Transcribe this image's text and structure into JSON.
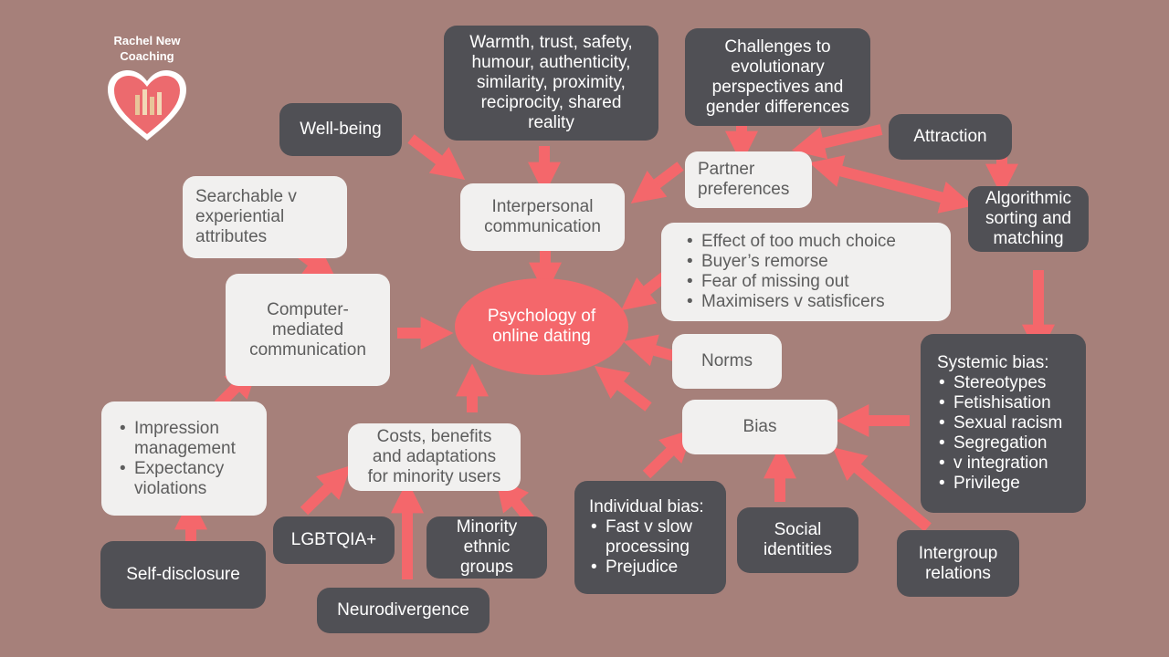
{
  "logo": {
    "line1": "Rachel New",
    "line2": "Coaching"
  },
  "center": {
    "line1": "Psychology of",
    "line2": "online dating"
  },
  "nodes": {
    "wellbeing": "Well-being",
    "warmth": [
      "Warmth, trust, safety,",
      "humour, authenticity,",
      "similarity, proximity,",
      "reciprocity, shared",
      "reality"
    ],
    "challenges": [
      "Challenges to",
      "evolutionary",
      "perspectives and",
      "gender differences"
    ],
    "attraction": "Attraction",
    "partner": [
      "Partner",
      "preferences"
    ],
    "interpersonal": [
      "Interpersonal",
      "communication"
    ],
    "algorithmic": [
      "Algorithmic",
      "sorting and",
      "matching"
    ],
    "searchable": [
      "Searchable v",
      "experiential",
      "attributes"
    ],
    "choice": [
      "Effect of too much choice",
      "Buyer’s remorse",
      "Fear of missing out",
      "Maximisers v satisficers"
    ],
    "cmc": [
      "Computer-",
      "mediated",
      "communication"
    ],
    "norms": "Norms",
    "systemic": {
      "title": "Systemic bias:",
      "items": [
        "Stereotypes",
        "Fetishisation",
        "Sexual racism",
        "Segregation",
        "v integration",
        "Privilege"
      ]
    },
    "bias": "Bias",
    "impression": [
      "Impression",
      "management",
      "Expectancy",
      "violations"
    ],
    "costs": [
      "Costs, benefits",
      "and adaptations",
      "for minority users"
    ],
    "individual": {
      "title": "Individual bias:",
      "items": [
        "Fast v slow",
        "processing",
        "Prejudice"
      ]
    },
    "social": [
      "Social",
      "identities"
    ],
    "intergroup": [
      "Intergroup",
      "relations"
    ],
    "lgbtqia": "LGBTQIA+",
    "minority": [
      "Minority",
      "ethnic",
      "groups"
    ],
    "selfdisclosure": "Self-disclosure",
    "neurodivergence": "Neurodivergence"
  },
  "colors": {
    "background": "#a6807a",
    "dark_box": "#505055",
    "light_box": "#f1f0ef",
    "accent": "#f4676b"
  }
}
